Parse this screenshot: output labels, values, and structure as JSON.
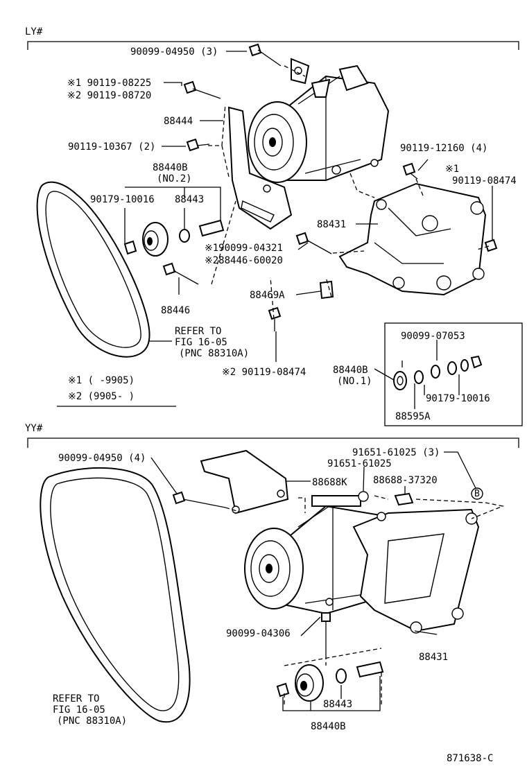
{
  "sections": {
    "top": {
      "title": "LY#"
    },
    "bottom": {
      "title": "YY#"
    }
  },
  "top_labels": {
    "bolt_04950": "90099-04950 (3)",
    "note1_08225": "※1 90119-08225",
    "note2_08720": "※2 90119-08720",
    "bracket_88444": "88444",
    "bolt_10367": "90119-10367 (2)",
    "idler_88440b": "88440B",
    "idler_no2": "(NO.2)",
    "nut_10016": "90179-10016",
    "washer_88443": "88443",
    "bolt_12160": "90119-12160 (4)",
    "note1_08474_mark": "※1",
    "bolt_08474": "90119-08474",
    "bracket_88431": "88431",
    "note1_04321": "※190099-04321",
    "note2_60020": "※288446-60020",
    "bolt_88446": "88446",
    "clip_88469a": "88469A",
    "refer_to": "REFER TO",
    "fig": "FIG 16-05",
    "pnc": "(PNC 88310A)",
    "note2_08474_b": "※2 90119-08474",
    "legend1": "※1 (      -9905)",
    "legend2": "※2 (9905-      )"
  },
  "inset_labels": {
    "part_07053": "90099-07053",
    "idler_88440b": "88440B",
    "idler_no1": "(NO.1)",
    "nut_10016": "90179-10016",
    "bearing_88595a": "88595A"
  },
  "bottom_labels": {
    "bolt_04950": "90099-04950 (4)",
    "bolt_61025_3": "91651-61025 (3)",
    "bolt_61025": "91651-61025",
    "bracket_88688k": "88688K",
    "clip_37320": "88688-37320",
    "bolt_04306": "90099-04306",
    "bracket_88431": "88431",
    "washer_88443": "88443",
    "idler_88440b": "88440B",
    "refer_to": "REFER TO",
    "fig": "FIG 16-05",
    "pnc": "(PNC 88310A)",
    "circle_b": "B"
  },
  "footer": {
    "code": "871638-C"
  }
}
